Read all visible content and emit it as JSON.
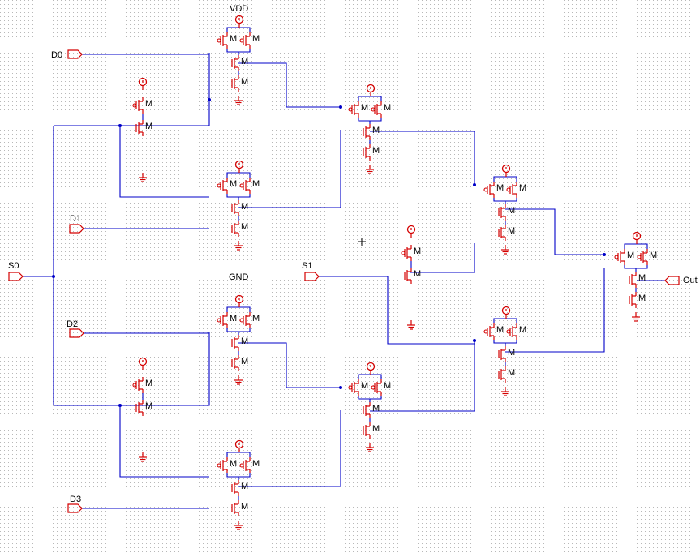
{
  "schematic": {
    "ports": {
      "D0": "D0",
      "D1": "D1",
      "D2": "D2",
      "D3": "D3",
      "S0": "S0",
      "S1": "S1",
      "Out": "Out"
    },
    "rails": {
      "vdd": "VDD",
      "gnd": "GND"
    },
    "colors": {
      "background": "#ffffff",
      "grid": "#b8b8b8",
      "wire": "#0000c8",
      "device": "#d40000",
      "port": "#d40000",
      "label": "#000000"
    },
    "device_label": "M"
  }
}
